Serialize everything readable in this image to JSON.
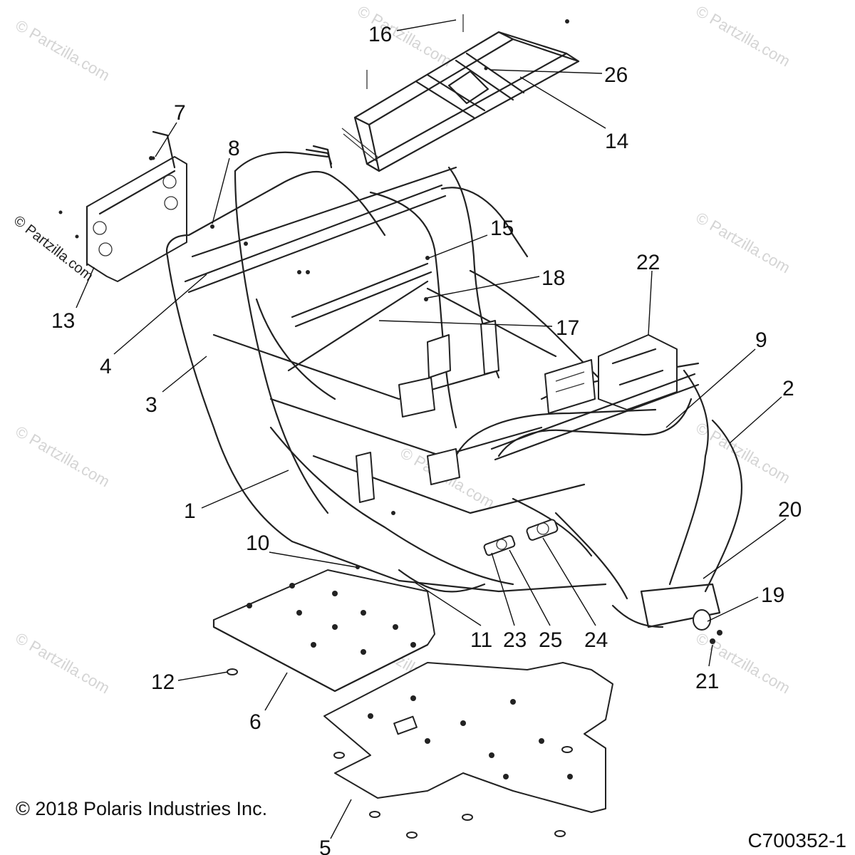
{
  "watermark": "© Partzilla.com",
  "copyright": "© 2018 Polaris Industries Inc.",
  "figure_id": "C700352-1",
  "callouts": [
    "1",
    "2",
    "3",
    "4",
    "5",
    "6",
    "7",
    "8",
    "9",
    "10",
    "11",
    "12",
    "13",
    "14",
    "15",
    "16",
    "17",
    "18",
    "19",
    "20",
    "21",
    "22",
    "23",
    "24",
    "25",
    "26"
  ]
}
